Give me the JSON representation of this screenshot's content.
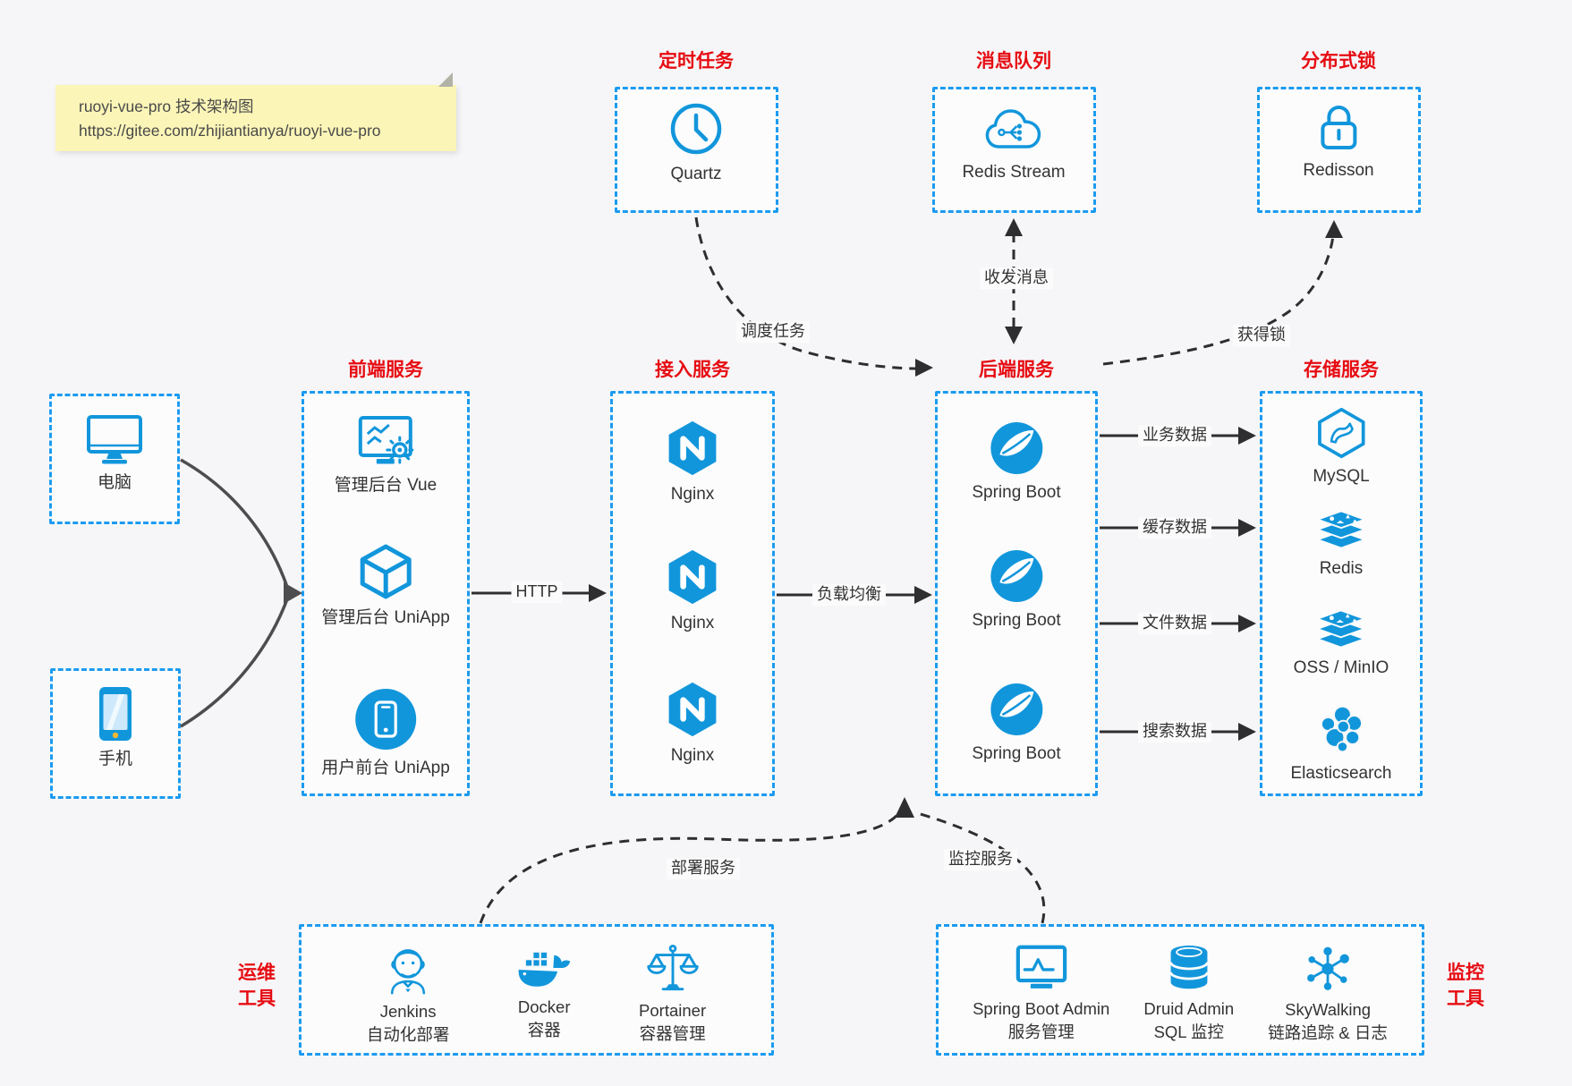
{
  "colors": {
    "accent": "#1296db",
    "border_blue": "#1b9bf0",
    "title_red": "#e60c12",
    "arrow_dark": "#2e2e31",
    "curve_gray": "#4d4d50",
    "note_bg": "#fbf5b7"
  },
  "note": {
    "line1": "ruoyi-vue-pro 技术架构图",
    "line2": "https://gitee.com/zhijiantianya/ruoyi-vue-pro"
  },
  "top_groups": [
    {
      "title": "定时任务",
      "icon": "clock-icon",
      "label": "Quartz"
    },
    {
      "title": "消息队列",
      "icon": "message-cloud-icon",
      "label": "Redis Stream"
    },
    {
      "title": "分布式锁",
      "icon": "lock-icon",
      "label": "Redisson"
    }
  ],
  "clients": [
    {
      "icon": "desktop-icon",
      "label": "电脑"
    },
    {
      "icon": "mobile-icon",
      "label": "手机"
    }
  ],
  "columns": [
    {
      "title": "前端服务",
      "items": [
        {
          "icon": "admin-vue-icon",
          "label": "管理后台 Vue"
        },
        {
          "icon": "uniapp-cube-icon",
          "label": "管理后台 UniApp"
        },
        {
          "icon": "user-app-icon",
          "label": "用户前台 UniApp"
        }
      ]
    },
    {
      "title": "接入服务",
      "items": [
        {
          "icon": "nginx-icon",
          "label": "Nginx"
        },
        {
          "icon": "nginx-icon",
          "label": "Nginx"
        },
        {
          "icon": "nginx-icon",
          "label": "Nginx"
        }
      ]
    },
    {
      "title": "后端服务",
      "items": [
        {
          "icon": "spring-boot-icon",
          "label": "Spring Boot"
        },
        {
          "icon": "spring-boot-icon",
          "label": "Spring Boot"
        },
        {
          "icon": "spring-boot-icon",
          "label": "Spring Boot"
        }
      ]
    },
    {
      "title": "存储服务",
      "items": [
        {
          "icon": "mysql-icon",
          "label": "MySQL"
        },
        {
          "icon": "redis-icon",
          "label": "Redis"
        },
        {
          "icon": "oss-minio-icon",
          "label": "OSS / MinIO"
        },
        {
          "icon": "elasticsearch-icon",
          "label": "Elasticsearch"
        }
      ]
    }
  ],
  "edges": {
    "http": "HTTP",
    "load_balance": "负载均衡",
    "schedule_task": "调度任务",
    "send_receive_message": "收发消息",
    "acquire_lock": "获得锁",
    "business_data": "业务数据",
    "cache_data": "缓存数据",
    "file_data": "文件数据",
    "search_data": "搜索数据",
    "deploy_service": "部署服务",
    "monitor_service": "监控服务"
  },
  "bottom_groups": [
    {
      "title_line1": "运维",
      "title_line2": "工具",
      "items": [
        {
          "icon": "jenkins-icon",
          "name": "Jenkins",
          "desc": "自动化部署"
        },
        {
          "icon": "docker-icon",
          "name": "Docker",
          "desc": "容器"
        },
        {
          "icon": "portainer-icon",
          "name": "Portainer",
          "desc": "容器管理"
        }
      ]
    },
    {
      "title_line1": "监控",
      "title_line2": "工具",
      "items": [
        {
          "icon": "springboot-admin-icon",
          "name": "Spring Boot Admin",
          "desc": "服务管理"
        },
        {
          "icon": "druid-icon",
          "name": "Druid Admin",
          "desc": "SQL 监控"
        },
        {
          "icon": "skywalking-icon",
          "name": "SkyWalking",
          "desc": "链路追踪 & 日志"
        }
      ]
    }
  ]
}
